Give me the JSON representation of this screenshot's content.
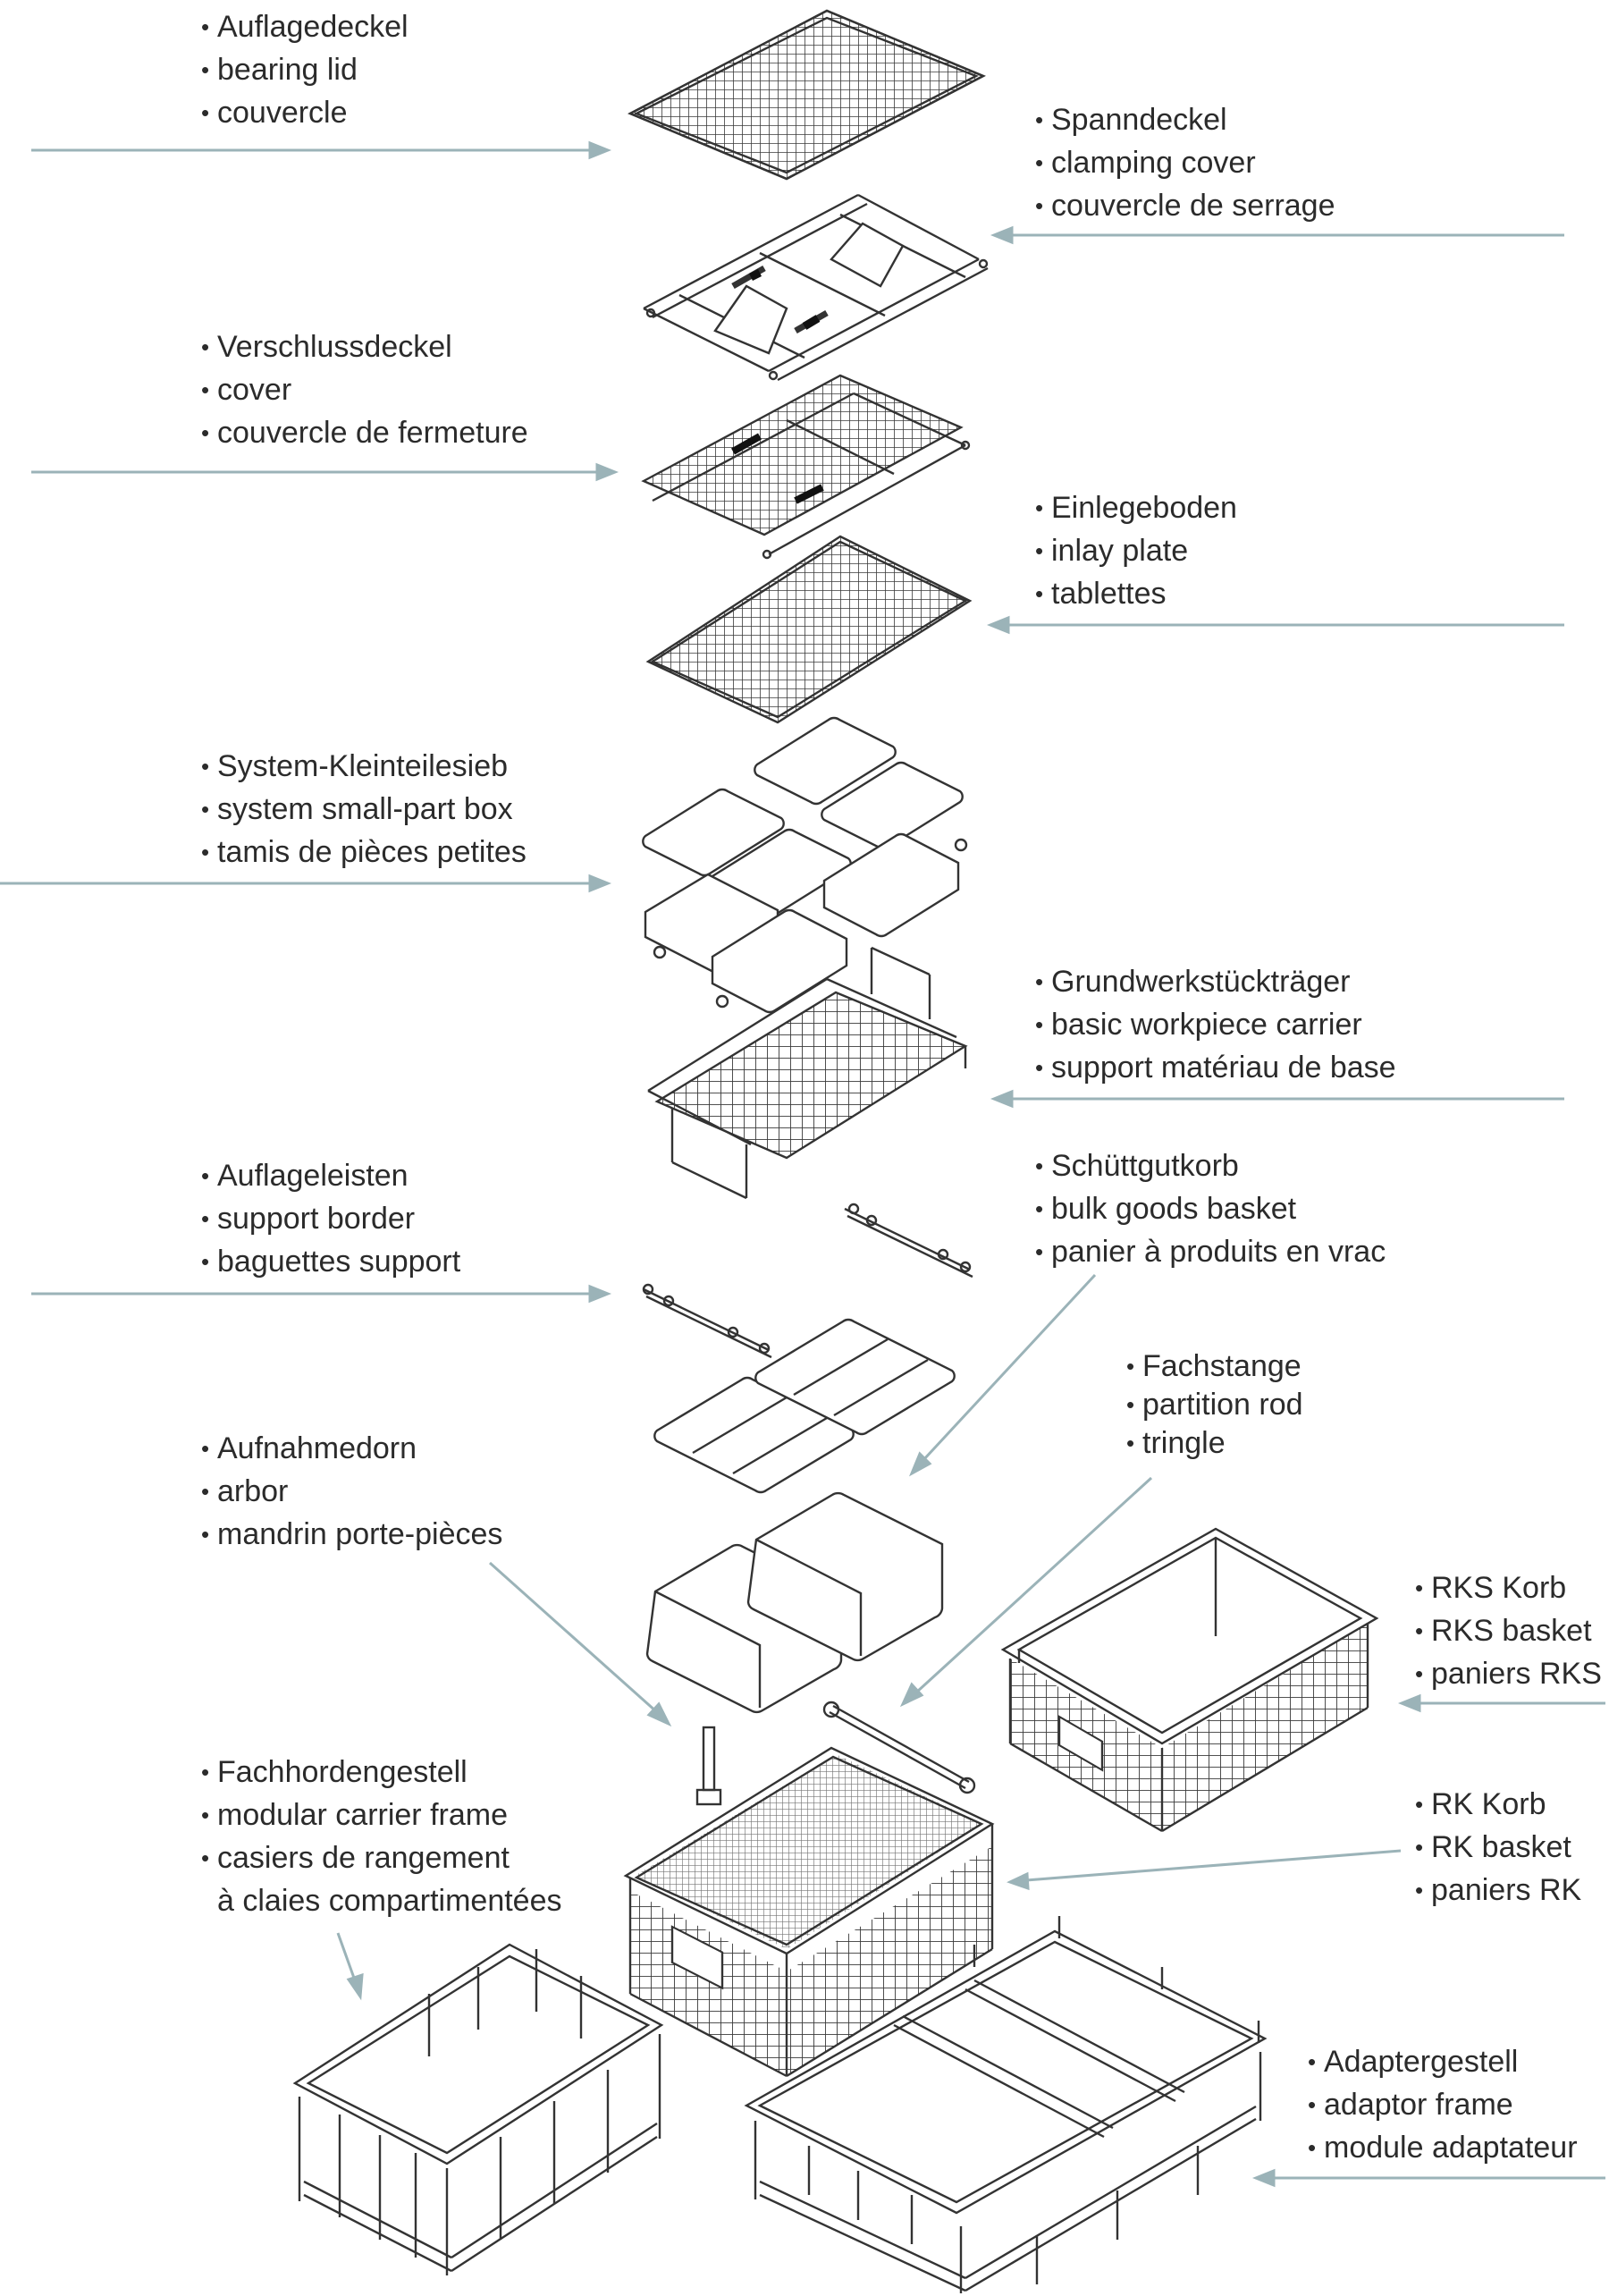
{
  "colors": {
    "arrow": "#9bb3b8",
    "line": "#3a3a3a",
    "text": "#2b2b2b"
  },
  "labels": {
    "auflagedeckel": [
      "Auflagedeckel",
      "bearing lid",
      "couvercle"
    ],
    "spanndeckel": [
      "Spanndeckel",
      "clamping cover",
      "couvercle de serrage"
    ],
    "verschlussdeckel": [
      "Verschlussdeckel",
      "cover",
      "couvercle de fermeture"
    ],
    "einlegeboden": [
      "Einlegeboden",
      "inlay plate",
      "tablettes"
    ],
    "kleinteilesieb": [
      "System-Kleinteilesieb",
      "system small-part box",
      "tamis de pièces petites"
    ],
    "grundwerkstuecktraeger": [
      "Grundwerkstückträger",
      "basic workpiece carrier",
      "support matériau de base"
    ],
    "auflageleisten": [
      "Auflageleisten",
      "support border",
      "baguettes support"
    ],
    "schuettgutkorb": [
      "Schüttgutkorb",
      "bulk goods basket",
      "panier à produits en vrac"
    ],
    "fachstange": [
      "Fachstange",
      "partition rod",
      "tringle"
    ],
    "aufnahmedorn": [
      "Aufnahmedorn",
      "arbor",
      "mandrin porte-pièces"
    ],
    "rks_korb": [
      "RKS Korb",
      "RKS basket",
      "paniers RKS"
    ],
    "fachhordengestell": [
      "Fachhordengestell",
      "modular carrier frame",
      "casiers de rangement",
      "à claies compartimentées"
    ],
    "rk_korb": [
      "RK Korb",
      "RK basket",
      "paniers RK"
    ],
    "adaptergestell": [
      "Adaptergestell",
      "adaptor frame",
      "module adaptateur"
    ]
  }
}
